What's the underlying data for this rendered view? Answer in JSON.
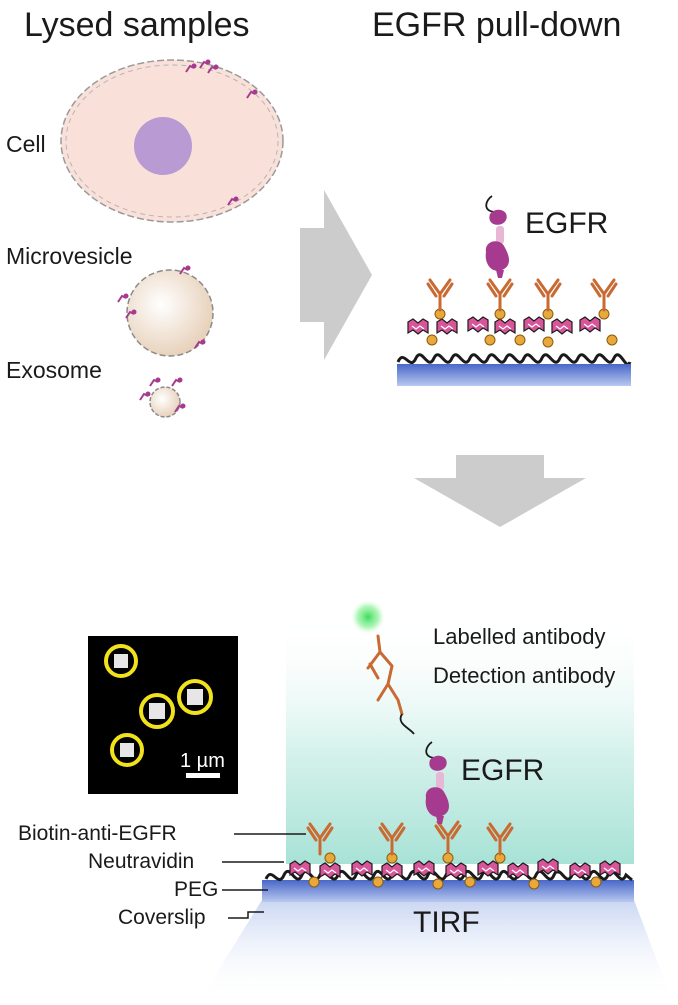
{
  "headings": {
    "left": "Lysed samples",
    "right": "EGFR pull-down"
  },
  "samples": {
    "cell": "Cell",
    "microvesicle": "Microvesicle",
    "exosome": "Exosome"
  },
  "pulldown": {
    "egfr": "EGFR"
  },
  "detection": {
    "labelled_antibody": "Labelled antibody",
    "detection_antibody": "Detection antibody",
    "egfr": "EGFR",
    "tirf": "TIRF"
  },
  "layers": {
    "biotin": "Biotin-anti-EGFR",
    "neutravidin": "Neutravidin",
    "peg": "PEG",
    "coverslip": "Coverslip"
  },
  "inset": {
    "scale_label": "1 µm"
  },
  "colors": {
    "cell_fill": "#f9e1da",
    "nucleus": "#b99ad3",
    "antibody": "#c96a33",
    "neutravidin": "#d9559a",
    "biotin": "#e8a93a",
    "egfr": "#a63a8f",
    "glass": "#5a7bd0",
    "arrow": "#cccccc",
    "tirf_glow": "#bfe9e0",
    "spot_ring": "#f2e21c"
  }
}
